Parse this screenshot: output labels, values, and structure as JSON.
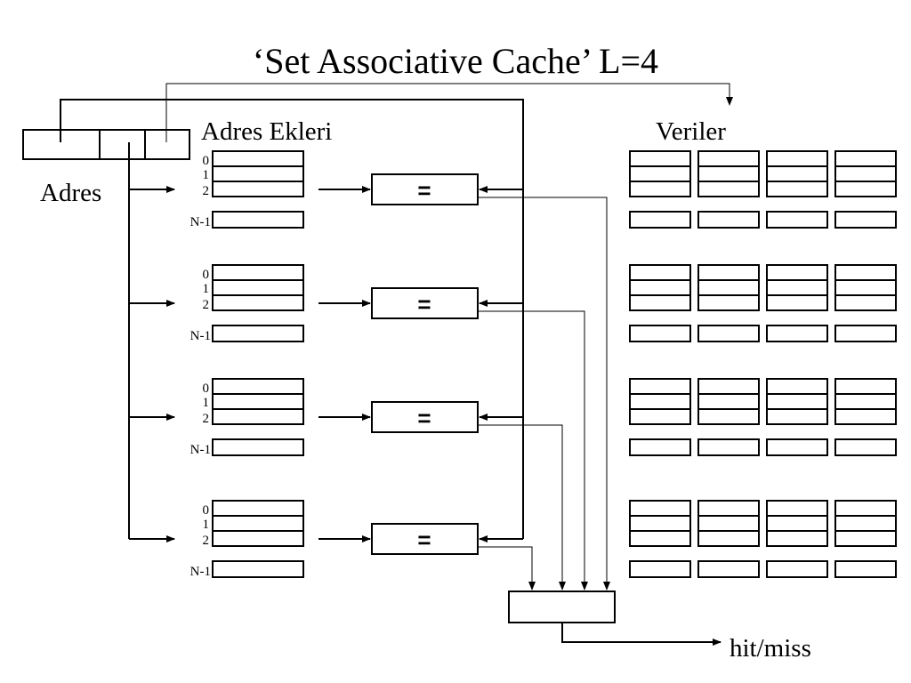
{
  "title": "‘Set Associative Cache’ L=4",
  "labels": {
    "address": "Adres",
    "tags": "Adres Ekleri",
    "data": "Veriler",
    "output": "hit/miss",
    "comparator": "="
  },
  "row_labels": [
    "0",
    "1",
    "2",
    "N-1"
  ]
}
